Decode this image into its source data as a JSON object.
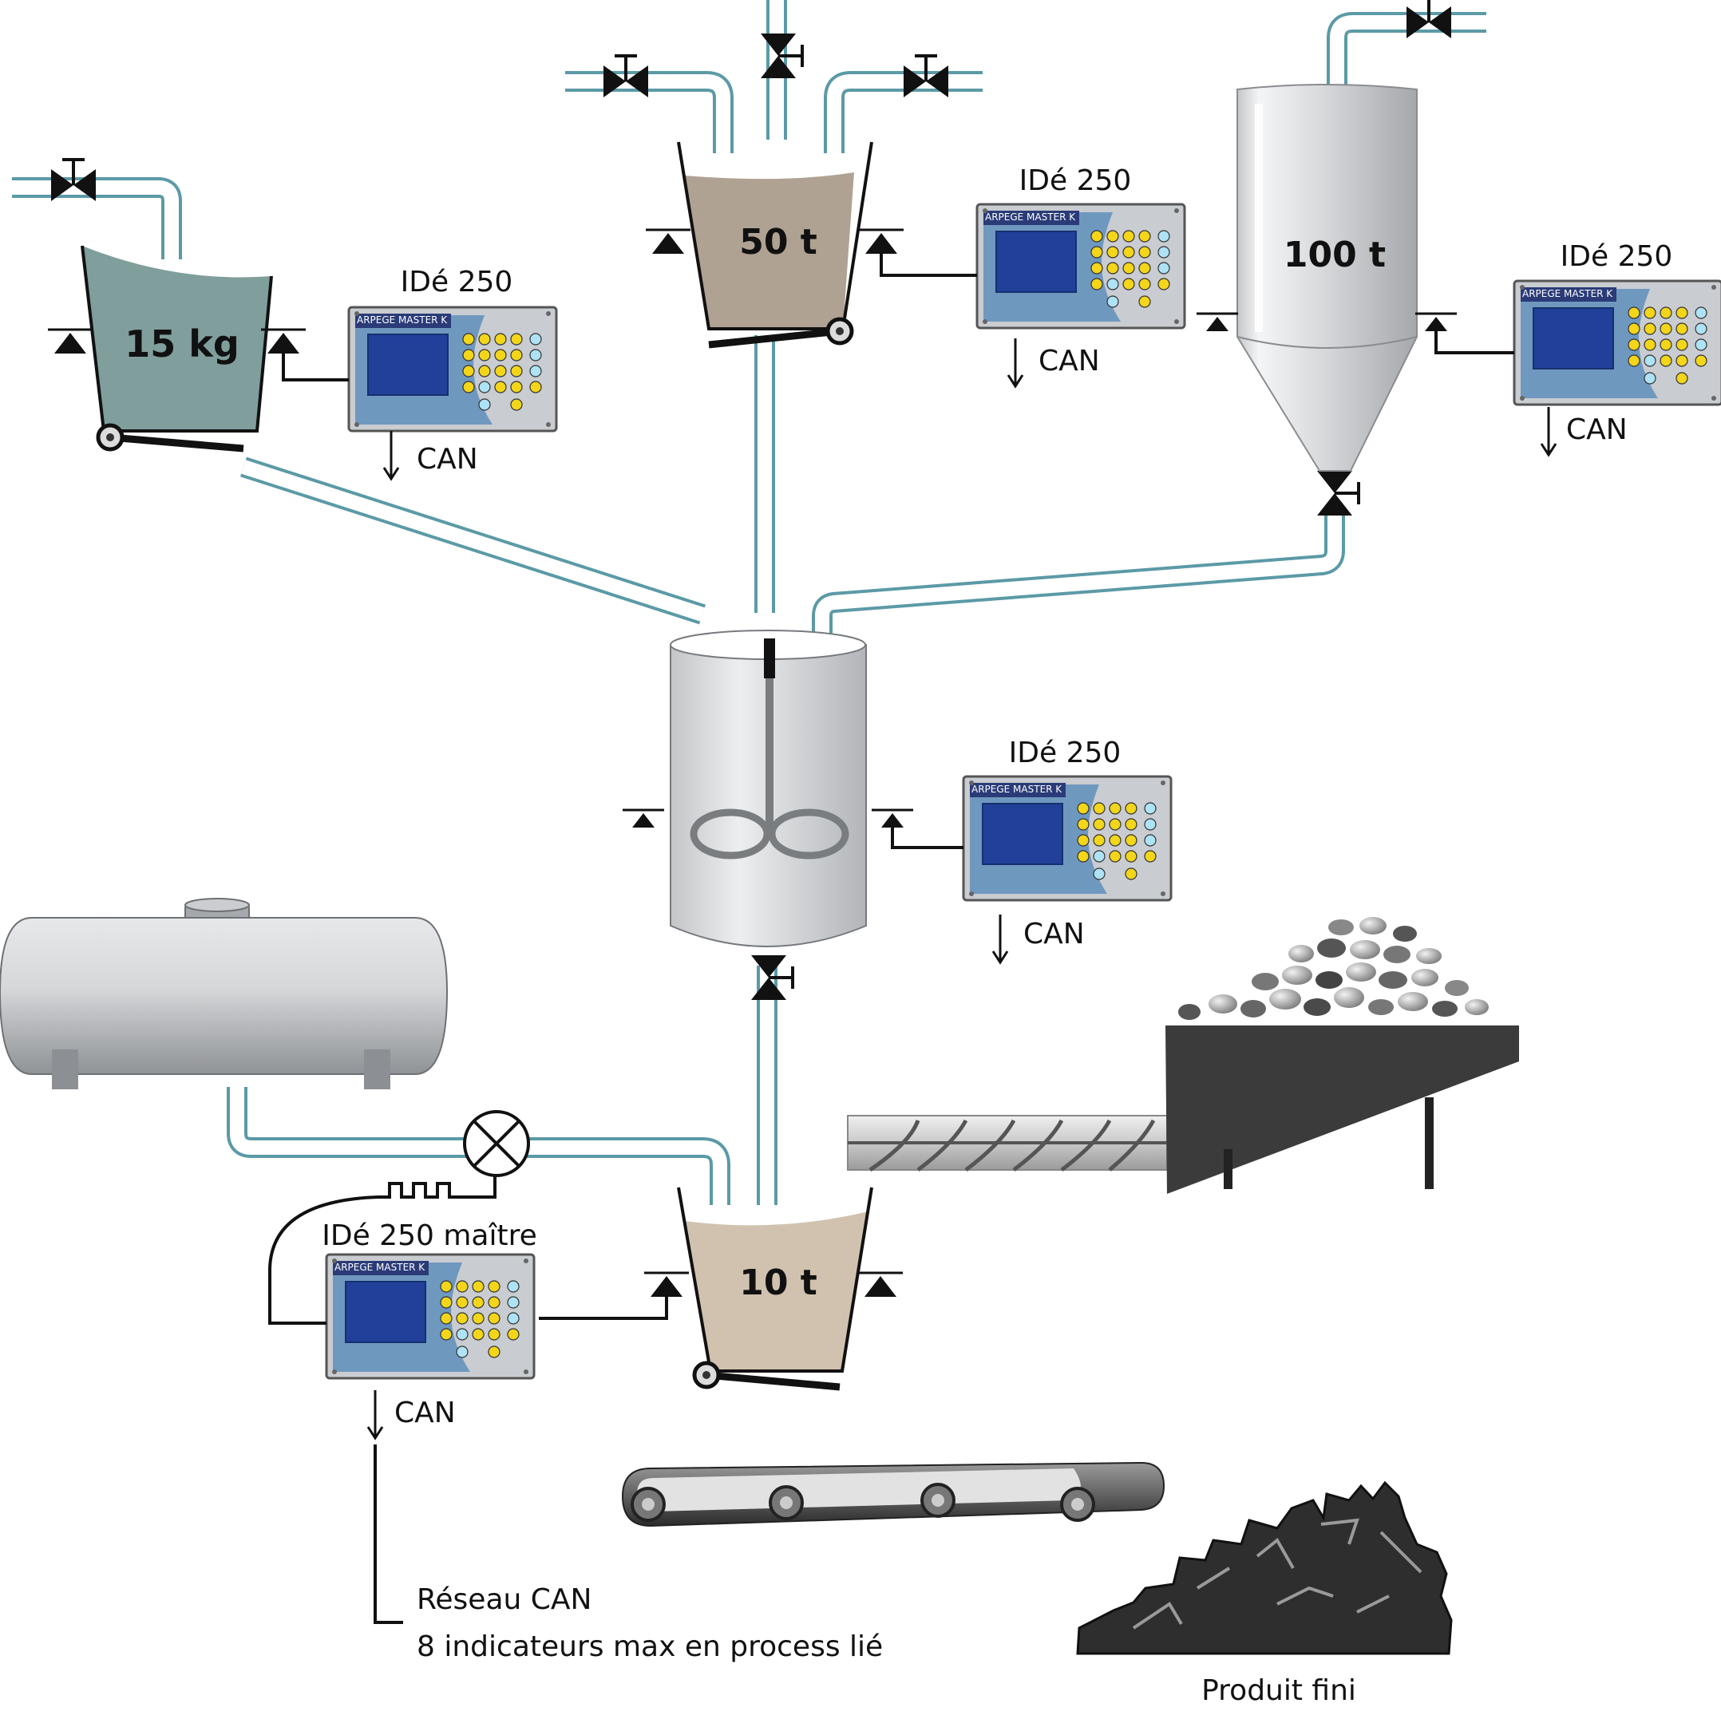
{
  "vessels": {
    "tank_left": "15 kg",
    "tank_top": "50 t",
    "silo": "100 t",
    "tank_bottom": "10 t"
  },
  "devices": {
    "model": "IDé 250",
    "model_master": "IDé 250 maître",
    "brand": "ARPEGE MASTER K",
    "bus_label": "CAN"
  },
  "network": {
    "title": "Réseau CAN",
    "note": "8 indicateurs max en process lié"
  },
  "product": {
    "label": "Produit fini"
  },
  "colors": {
    "pipe": "#5b9aa6",
    "liquid_left": "#7f9e9c",
    "material_top": "#b0a293",
    "material_bottom": "#d1c2b0",
    "device_panel": "#6f98bf"
  }
}
